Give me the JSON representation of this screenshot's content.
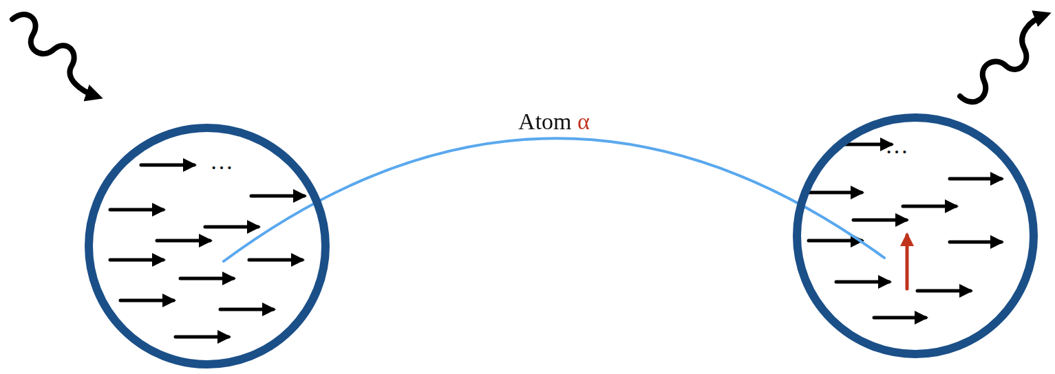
{
  "diagram": {
    "nodes": [
      {
        "text": [
          "…"
        ]
      },
      {
        "text": [
          "…"
        ]
      }
    ],
    "edges": [
      {
        "from": 0,
        "to": 1,
        "arrow": "none",
        "label": "Atom α"
      }
    ]
  }
}
